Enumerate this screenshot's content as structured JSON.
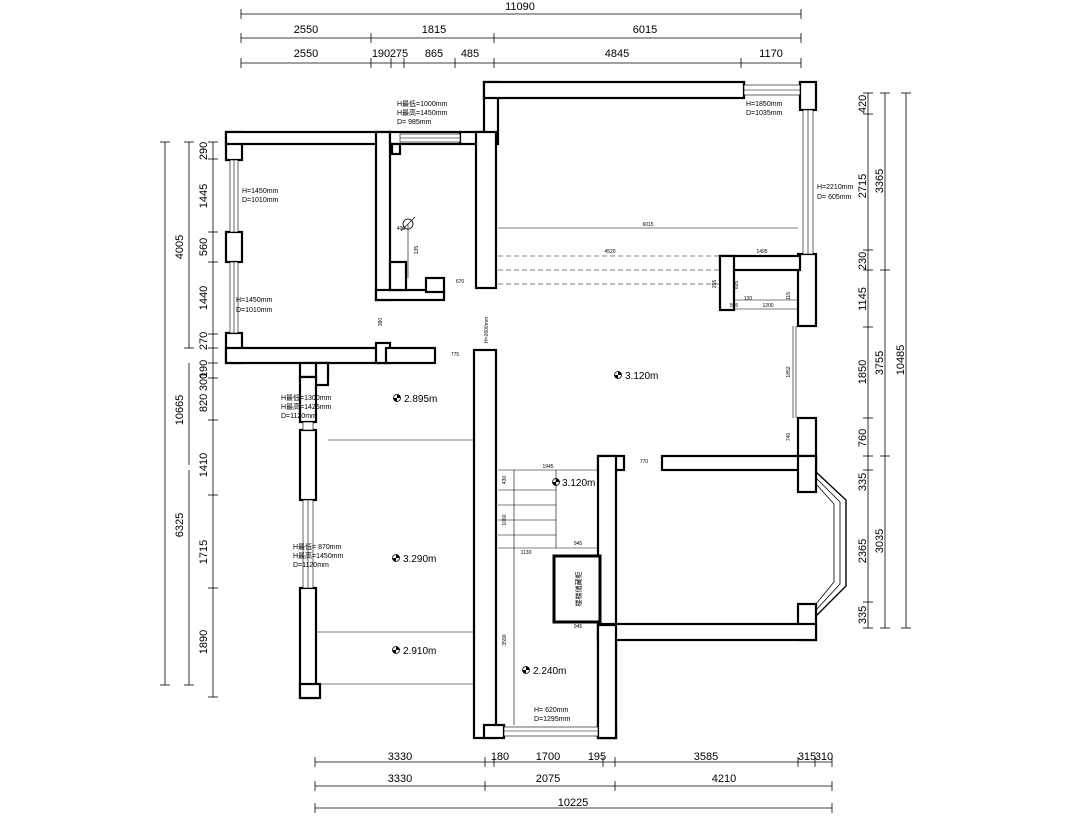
{
  "dims": {
    "top_total": "11090",
    "top_row2": [
      "2550",
      "1815",
      "6015"
    ],
    "top_row3": [
      "2550",
      "190",
      "275",
      "865",
      "485",
      "4845",
      "1170"
    ],
    "bottom_row1": [
      "3330",
      "180",
      "1700",
      "195",
      "3585",
      "315",
      "310"
    ],
    "bottom_row2": [
      "3330",
      "2075",
      "4210"
    ],
    "bottom_total": "10225",
    "left_inner": [
      "290",
      "1445",
      "560",
      "1440",
      "270",
      "190",
      "300",
      "820",
      "1410",
      "1715",
      "1890"
    ],
    "left_outer": [
      "4005",
      "10665",
      "6325"
    ],
    "right_inner": [
      "420",
      "2715",
      "230",
      "1145",
      "1850",
      "760",
      "335",
      "2365",
      "335"
    ],
    "right_mid": [
      "3365",
      "3755",
      "3035"
    ],
    "right_total": "10485"
  },
  "window_notes": {
    "top_small": [
      "H最低=1000mm",
      "H最高=1450mm",
      "D= 985mm"
    ],
    "top_right": [
      "H=1850mm",
      "D=1035mm"
    ],
    "right": [
      "H=2210mm",
      "D= 605mm"
    ],
    "left_upper": [
      "H=1450mm",
      "D=1010mm"
    ],
    "left_lower": [
      "H=1450mm",
      "D=1010mm"
    ],
    "left_mid": [
      "H最低=1300mm",
      "H最高=1425mm",
      "D=1120mm"
    ],
    "left_low": [
      "H最低= 870mm",
      "H最高=1450mm",
      "D=1120mm"
    ],
    "bottom": [
      "H= 620mm",
      "D=1295mm"
    ]
  },
  "levels": {
    "main": "3.120m",
    "left_top": "2.895m",
    "left_mid": "3.290m",
    "left_bottom": "2.910m",
    "stair_top": "3.120m",
    "stair_bottom": "2.240m"
  },
  "inner_dims": {
    "d6015": "6015",
    "d4520": "4520",
    "d1495": "1495",
    "d670": "670",
    "d775": "775",
    "d380": "380",
    "d400": "400",
    "d135": "135",
    "dH2600": "H=2600mm",
    "d770": "770",
    "d1945": "1945",
    "d945a": "945",
    "d945b": "945",
    "d1130": "1130",
    "d3590": "3590",
    "d430": "430",
    "d1060": "1060",
    "d1852": "1852",
    "d740": "740",
    "d1200": "1200",
    "d605": "605",
    "d255": "255",
    "d115": "115",
    "d120": "120",
    "d505": "505"
  },
  "box_label": "楼梯储藏柜"
}
